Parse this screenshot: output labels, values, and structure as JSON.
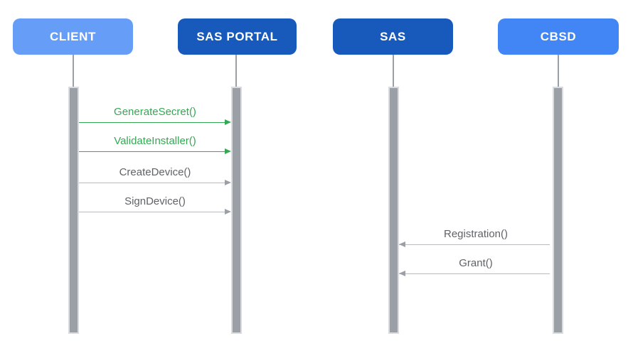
{
  "diagram": {
    "type": "sequence-diagram",
    "background_color": "#FFFFFF",
    "actors": [
      {
        "label": "CLIENT",
        "color": "#669DF6",
        "text_color": "#FFFFFF"
      },
      {
        "label": "SAS PORTAL",
        "color": "#185ABC",
        "text_color": "#FFFFFF"
      },
      {
        "label": "SAS",
        "color": "#185ABC",
        "text_color": "#FFFFFF"
      },
      {
        "label": "CBSD",
        "color": "#4285F4",
        "text_color": "#FFFFFF"
      }
    ],
    "lifeline_color": "#9AA0A6",
    "messages": [
      {
        "label": "GenerateSecret()",
        "from": "CLIENT",
        "to": "SAS PORTAL",
        "direction": "right",
        "color": "#34A853"
      },
      {
        "label": "ValidateInstaller()",
        "from": "CLIENT",
        "to": "SAS PORTAL",
        "direction": "right",
        "color": "#34A853"
      },
      {
        "label": "CreateDevice()",
        "from": "CLIENT",
        "to": "SAS PORTAL",
        "direction": "right",
        "color": "#5F6368"
      },
      {
        "label": "SignDevice()",
        "from": "CLIENT",
        "to": "SAS PORTAL",
        "direction": "right",
        "color": "#5F6368"
      },
      {
        "label": "Registration()",
        "from": "CBSD",
        "to": "SAS",
        "direction": "left",
        "color": "#5F6368"
      },
      {
        "label": "Grant()",
        "from": "CBSD",
        "to": "SAS",
        "direction": "left",
        "color": "#5F6368"
      }
    ]
  }
}
